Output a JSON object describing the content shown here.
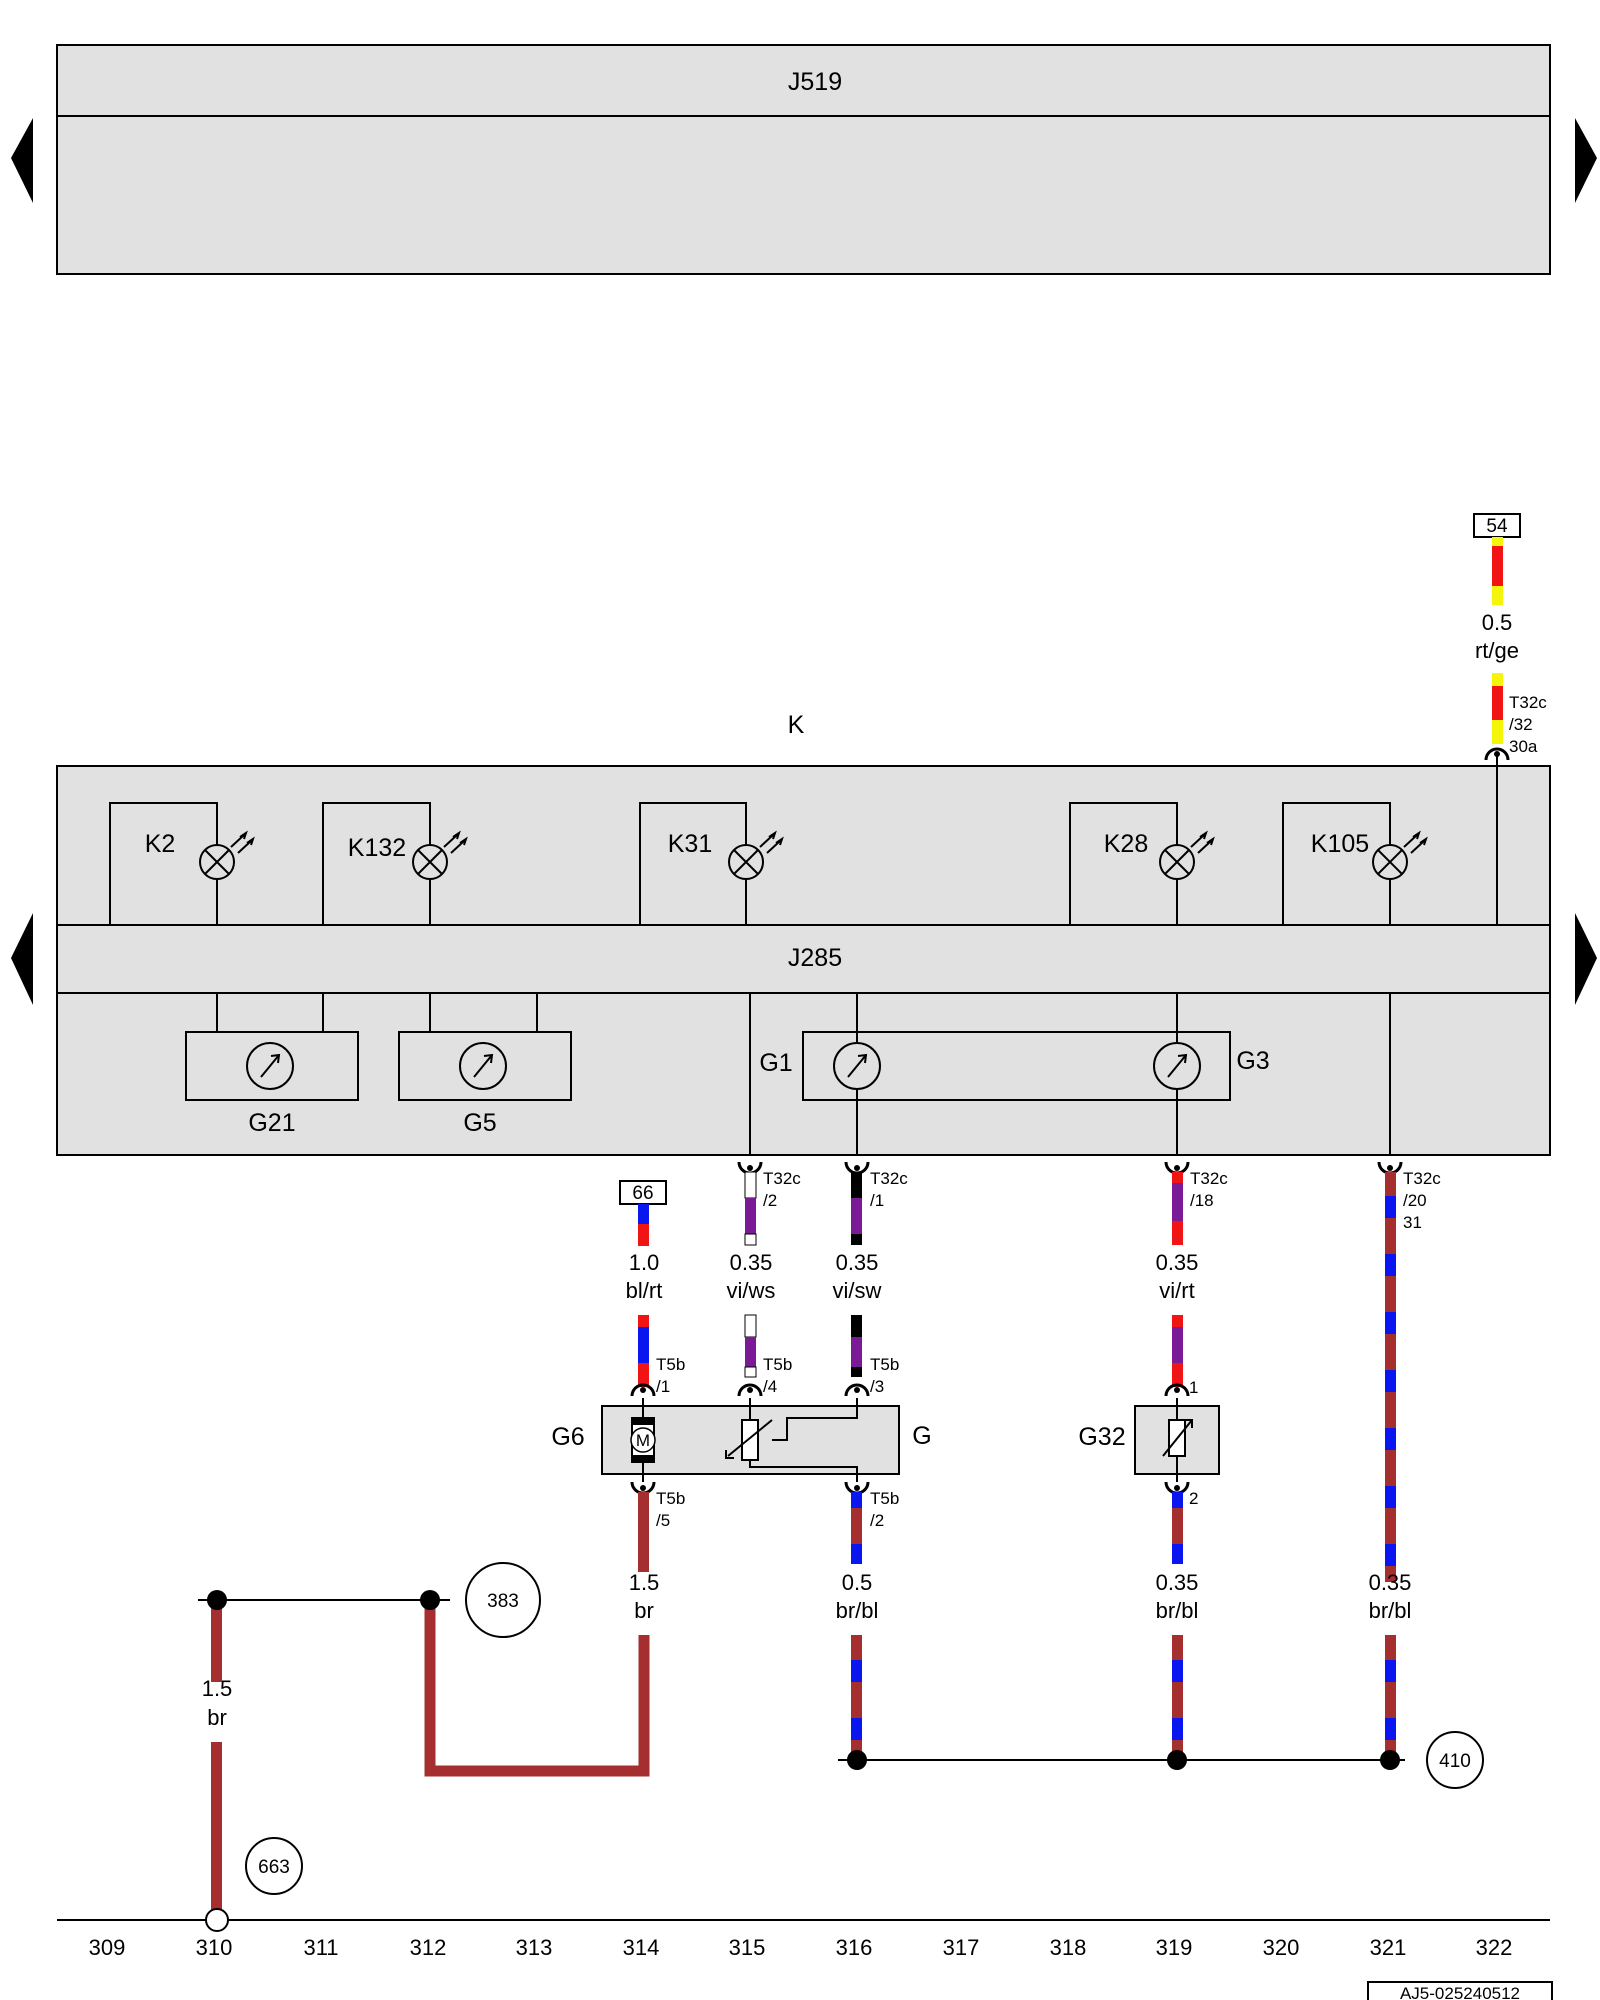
{
  "modules": {
    "top": "J519",
    "cluster": "K",
    "bus": "J285"
  },
  "warning_lamps": [
    "K2",
    "K132",
    "K31",
    "K28",
    "K105"
  ],
  "gauges": {
    "g21": "G21",
    "g5": "G5",
    "g1": "G1",
    "g3": "G3"
  },
  "sender_components": {
    "g6": "G6",
    "g": "G",
    "g32": "G32",
    "motor": "M"
  },
  "terminal_references": {
    "t54": "54",
    "t66": "66"
  },
  "wires": {
    "w_54": {
      "gauge": "0.5",
      "color": "rt/ge"
    },
    "w_66": {
      "gauge": "1.0",
      "color": "bl/rt"
    },
    "w_315": {
      "gauge": "0.35",
      "color": "vi/ws"
    },
    "w_316": {
      "gauge": "0.35",
      "color": "vi/sw"
    },
    "w_319": {
      "gauge": "0.35",
      "color": "vi/rt"
    },
    "w_314": {
      "gauge": "1.5",
      "color": "br"
    },
    "w_316b": {
      "gauge": "0.5",
      "color": "br/bl"
    },
    "w_319b": {
      "gauge": "0.35",
      "color": "br/bl"
    },
    "w_321": {
      "gauge": "0.35",
      "color": "br/bl"
    },
    "w_310": {
      "gauge": "1.5",
      "color": "br"
    }
  },
  "connectors": {
    "c_3032": {
      "l1": "T32c",
      "l2": "/32",
      "l3": "30a"
    },
    "c_t32c2": {
      "l1": "T32c",
      "l2": "/2"
    },
    "c_t32c1": {
      "l1": "T32c",
      "l2": "/1"
    },
    "c_t32c18": {
      "l1": "T32c",
      "l2": "/18"
    },
    "c_t32c20": {
      "l1": "T32c",
      "l2": "/20",
      "l3": "31"
    },
    "c_t5b1": {
      "l1": "T5b",
      "l2": "/1"
    },
    "c_t5b4": {
      "l1": "T5b",
      "l2": "/4"
    },
    "c_t5b3": {
      "l1": "T5b",
      "l2": "/3"
    },
    "c_t5b5": {
      "l1": "T5b",
      "l2": "/5"
    },
    "c_t5b2": {
      "l1": "T5b",
      "l2": "/2"
    },
    "c_g32_1": {
      "l1": "1"
    },
    "c_g32_2": {
      "l1": "2"
    }
  },
  "references": {
    "r383": "383",
    "r410": "410",
    "r663": "663"
  },
  "column_numbers": [
    "309",
    "310",
    "311",
    "312",
    "313",
    "314",
    "315",
    "316",
    "317",
    "318",
    "319",
    "320",
    "321",
    "322"
  ],
  "diagram_code": "AJ5-025240512",
  "colors": {
    "module_fill": "#e1e1e1",
    "brown": "#a52f2f",
    "blue": "#0a16f0",
    "red": "#f01414",
    "violet": "#7a1a96",
    "yellow": "#f5f50a",
    "black": "#000000",
    "white": "#ffffff"
  }
}
